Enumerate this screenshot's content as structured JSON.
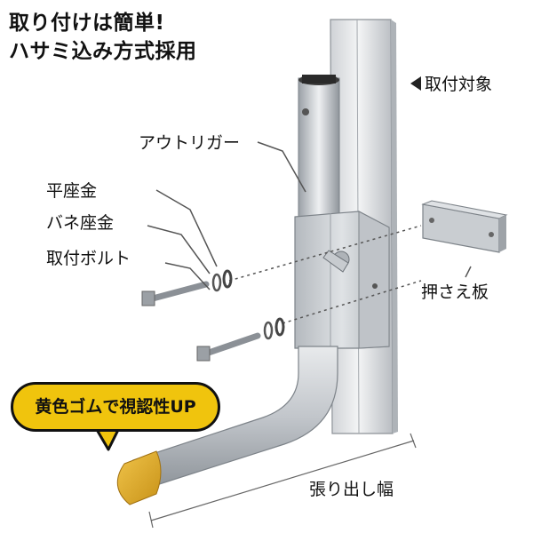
{
  "headline": {
    "line1": "取り付けは簡単!",
    "line2": "ハサミ込み方式採用"
  },
  "labels": {
    "target": "取付対象",
    "outrigger": "アウトリガー",
    "flat_washer": "平座金",
    "spring_washer": "バネ座金",
    "bolt": "取付ボルト",
    "clamp_plate": "押さえ板",
    "overhang_width": "張り出し幅"
  },
  "badge": {
    "text": "黄色ゴムで視認性UP",
    "color": "#f0c40d"
  },
  "colors": {
    "rubber_cap": "#d9a520",
    "metal": "#c8ccd0",
    "pole_cap": "#3a3a3a"
  }
}
